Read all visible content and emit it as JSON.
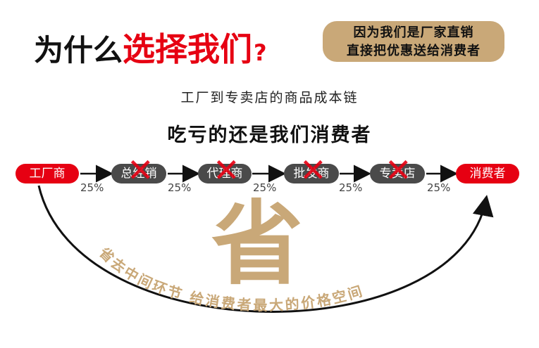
{
  "header": {
    "question_black": "为什么",
    "question_red": "选择我们",
    "question_mark": "?",
    "pill_line1": "因为我们是厂家直销",
    "pill_line2": "直接把优惠送给消费者"
  },
  "subtitle": "工厂到专卖店的商品成本链",
  "title": "吃亏的还是我们消费者",
  "chain": {
    "factory": "工厂商",
    "distributor": "总经销",
    "agent": "代理商",
    "wholesale": "批发商",
    "store": "专卖店",
    "consumer": "消费者",
    "pct1": "25%",
    "pct2": "25%",
    "pct3": "25%",
    "pct4": "25%",
    "pct5": "25%"
  },
  "save_char": "省",
  "arc_text": "省去中间环节 给消费者最大的价格空间",
  "colors": {
    "red": "#e60012",
    "gold": "#c9a878",
    "gray": "#4a4a4a"
  }
}
